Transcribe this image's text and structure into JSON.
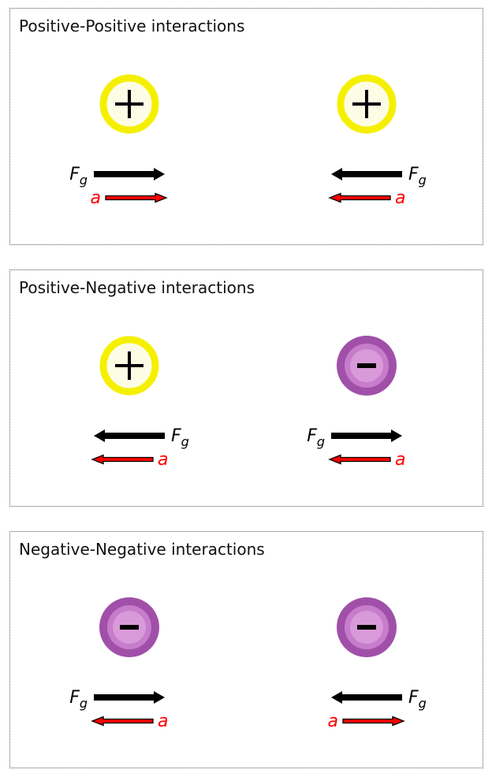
{
  "colors": {
    "positive_ring": "#f5f000",
    "positive_fill": "#fdfde6",
    "negative_outer": "#a050a8",
    "negative_mid": "#c77ccc",
    "negative_inner": "#d99ad9",
    "force": "#000000",
    "accel": "#ff0000"
  },
  "labels": {
    "force_main": "F",
    "force_sub": "g",
    "accel": "a"
  },
  "panels": [
    {
      "title": "Positive-Positive interactions",
      "particles": [
        {
          "charge": "positive",
          "symbol": "+",
          "force": "right",
          "accel": "right"
        },
        {
          "charge": "positive",
          "symbol": "+",
          "force": "left",
          "accel": "left"
        }
      ]
    },
    {
      "title": "Positive-Negative interactions",
      "particles": [
        {
          "charge": "positive",
          "symbol": "+",
          "force": "left",
          "accel": "left"
        },
        {
          "charge": "negative",
          "symbol": "-",
          "force": "right",
          "accel": "left"
        }
      ]
    },
    {
      "title": "Negative-Negative interactions",
      "particles": [
        {
          "charge": "negative",
          "symbol": "-",
          "force": "right",
          "accel": "left"
        },
        {
          "charge": "negative",
          "symbol": "-",
          "force": "left",
          "accel": "right"
        }
      ]
    }
  ]
}
